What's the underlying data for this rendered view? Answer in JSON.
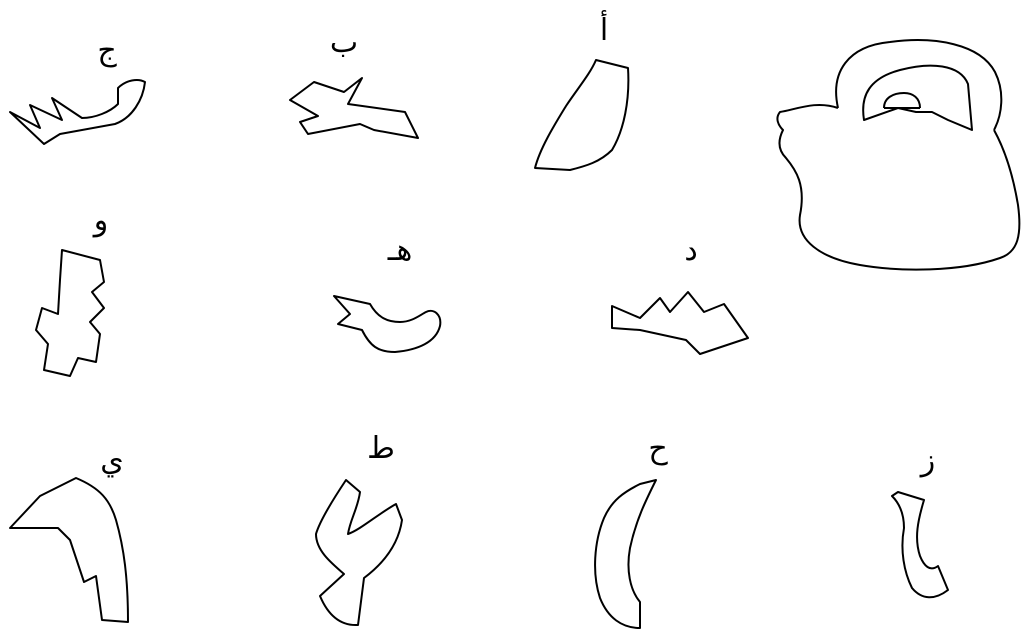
{
  "puzzle": {
    "line_color": "#000000",
    "background": "#ffffff",
    "reference_shape": {
      "name": "teapot"
    },
    "pieces": [
      {
        "label": "ج"
      },
      {
        "label": "ب"
      },
      {
        "label": "أ"
      },
      {
        "label": "و"
      },
      {
        "label": "هـ"
      },
      {
        "label": "د"
      },
      {
        "label": "ي"
      },
      {
        "label": "ط"
      },
      {
        "label": "ح"
      },
      {
        "label": "ز"
      }
    ]
  }
}
